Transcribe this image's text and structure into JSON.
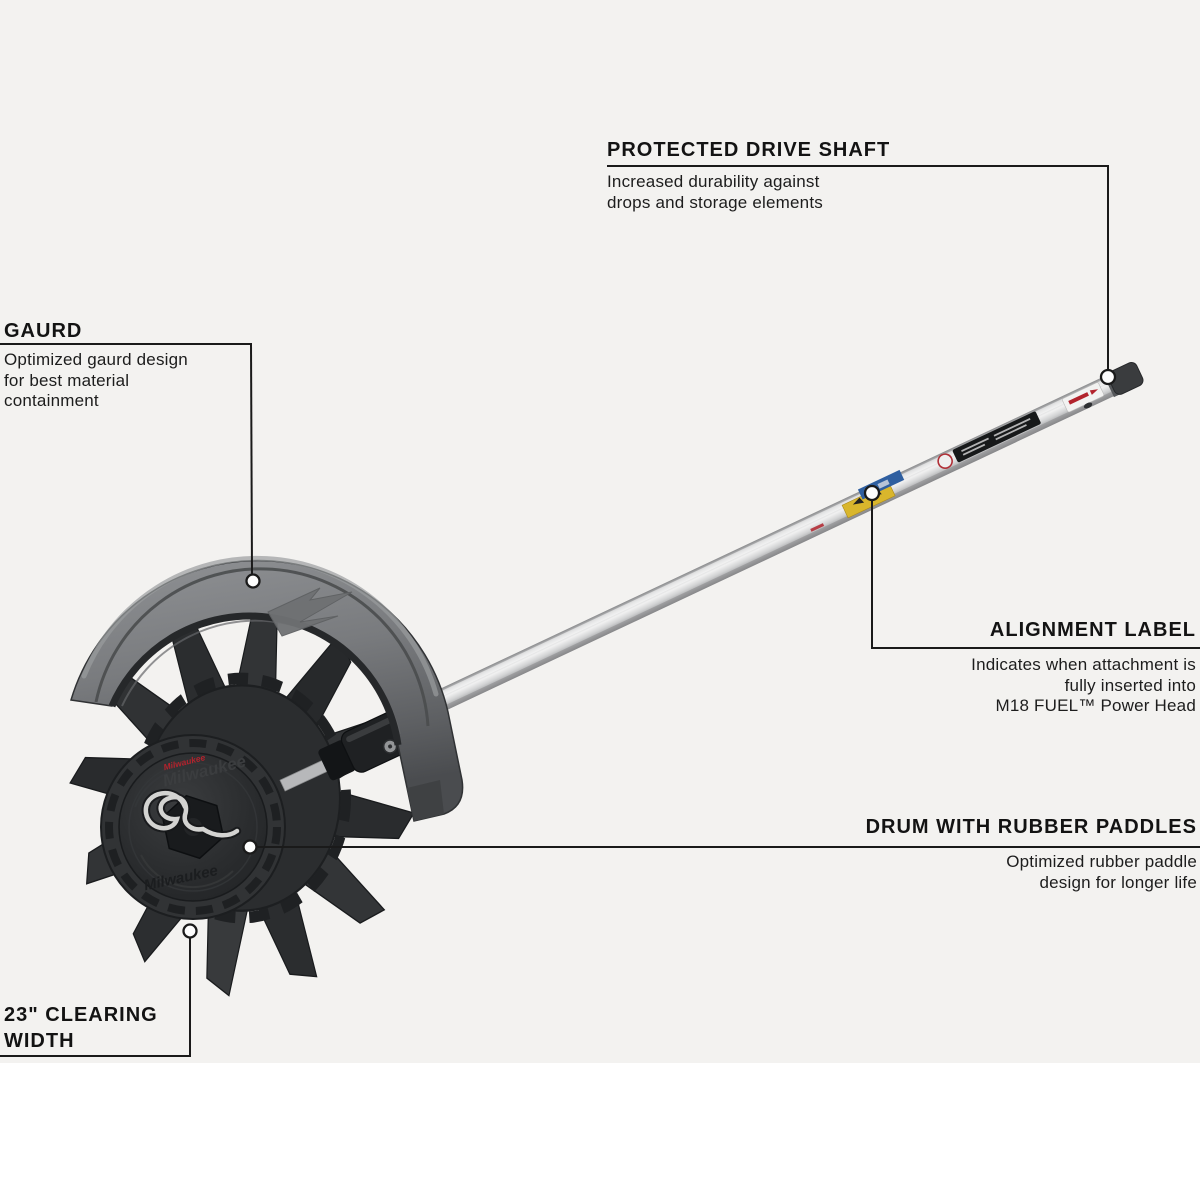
{
  "page": {
    "background": "#ffffff",
    "photo_background": "#f3f2f0",
    "photo_area_height": 1063
  },
  "colors": {
    "callout_text": "#131313",
    "callout_line": "#1a1a1a",
    "marker_fill": "#fdfdfd",
    "guard_gray": "#7d7f82",
    "drum_dark": "#2a2c2e",
    "shaft_silver": "#d6d7d8",
    "sticker_yellow": "#d9b62c",
    "sticker_blue": "#2f5fa0",
    "sticker_red": "#b2232d"
  },
  "product": {
    "drum_scripts": [
      "Milwaukee",
      "Milwaukee",
      "Milwaukee"
    ]
  },
  "callouts": [
    {
      "id": "protected-drive-shaft",
      "title": "PROTECTED DRIVE SHAFT",
      "description": "Increased durability against\ndrops and storage elements"
    },
    {
      "id": "gaurd",
      "title": "GAURD",
      "description": "Optimized gaurd design\nfor best material\ncontainment"
    },
    {
      "id": "alignment-label",
      "title": "ALIGNMENT LABEL",
      "description": "Indicates when attachment is\nfully inserted into\nM18 FUEL™ Power Head"
    },
    {
      "id": "drum-with-rubber-paddles",
      "title": "DRUM WITH RUBBER PADDLES",
      "description": "Optimized rubber paddle\ndesign for longer life"
    },
    {
      "id": "clearing-width",
      "title": "23\" CLEARING\nWIDTH",
      "description": ""
    }
  ]
}
